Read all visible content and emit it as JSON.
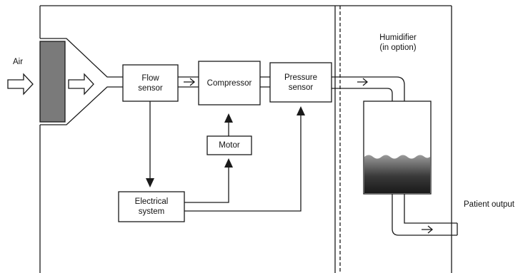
{
  "labels": {
    "air": "Air",
    "flow_sensor": [
      "Flow",
      "sensor"
    ],
    "compressor": "Compressor",
    "pressure_sensor": [
      "Pressure",
      "sensor"
    ],
    "motor": "Motor",
    "electrical_system": [
      "Electrical",
      "system"
    ],
    "humidifier": [
      "Humidifier",
      "(in option)"
    ],
    "patient_output": "Patient output"
  },
  "colors": {
    "line": "#1a1a1a",
    "filter_fill": "#7a7a7a",
    "water_top": "#8c8c8c",
    "water_bottom": "#1f1f1f"
  }
}
